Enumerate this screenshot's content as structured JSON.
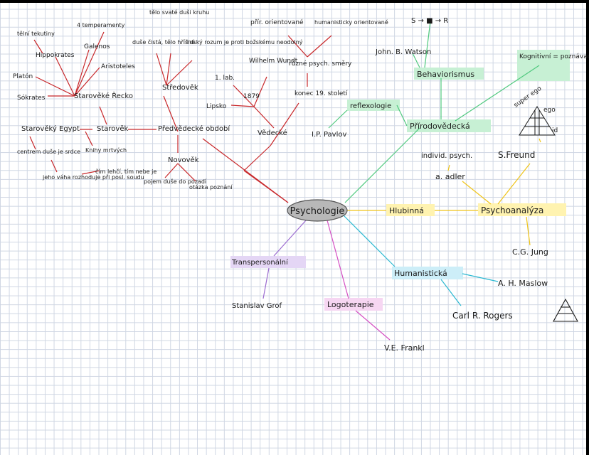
{
  "center": {
    "label": "Psychologie"
  },
  "nodes": {
    "pred_vedecke": "Předvědecké období",
    "vedecke": "Vědecké",
    "starovek": "Starověk",
    "starovek_recko": "Starověké Řecko",
    "starovek_egypt": "Starověký Egypt",
    "stredovek": "Středověk",
    "novovek": "Novověk",
    "hippokrates": "Hippokrates",
    "platon": "Platón",
    "sokrates": "Sókrates",
    "galenos": "Galenos",
    "aristoteles": "Aristoteles",
    "telni_tekutiny": "tělní tekutiny",
    "temperamenty": "4 temperamenty",
    "centrem_duse": "centrem duše je srdce",
    "knihy_mrtvych": "Knihy mrtvých",
    "jeho_vaha": "jeho váha rozhoduje při posl. soudu",
    "cim_lehci": "čím lehčí, tím nebe je",
    "teto_svate": "tělo svaté duši kruhu",
    "duse_cista": "duše čistá, tělo hříšné",
    "lidsky_rozum": "lidský rozum je proti božskému neodolný",
    "pojem_duse": "pojem duše do pozadí",
    "otazka_poznani": "otázka poznání",
    "lipsko": "Lipsko",
    "year_1879": "1879",
    "lab": "1. lab.",
    "wundt": "Wilhelm Wundt",
    "prir_orientovane": "přír. orientované",
    "human_orientovane": "humanisticky orientované",
    "ruzne_smery": "různé psych. směry",
    "konec19": "konec 19. století",
    "prirodovedecka": "Přírodovědecká",
    "reflexologie": "reflexologie",
    "pavlov": "I.P. Pavlov",
    "behaviorismus": "Behaviorismus",
    "watson": "John. B. Watson",
    "srr": "S → ■ → R",
    "kognitivni": "Kognitivní = poznávací psychologie",
    "individ_psych": "individ. psych.",
    "adler": "a. adler",
    "freund": "S.Freund",
    "psychoanalyza": "Psychoanalýza",
    "hlubinna": "Hlubinná",
    "jung": "C.G. Jung",
    "humanisticka": "Humanistická",
    "maslow": "A. H. Maslow",
    "rogers": "Carl R. Rogers",
    "logoterapie": "Logoterapie",
    "frankl": "V.E. Frankl",
    "transpersonalni": "Transpersonální",
    "grof": "Stanislav Grof",
    "superego": "super ego",
    "ego": "ego",
    "id": "id"
  },
  "colors": {
    "red": "#c8282b",
    "green": "#4fc97e",
    "green_hl": "#c7f0d4",
    "yellow": "#f0c419",
    "yellow_hl": "#fff3b0",
    "cyan": "#2bb8d1",
    "cyan_hl": "#cdeef8",
    "magenta": "#d54fc3",
    "magenta_hl": "#f6d6f2",
    "purple": "#9b6bd0",
    "purple_hl": "#e4d6f5",
    "ellipse": "#b8b8b8"
  }
}
